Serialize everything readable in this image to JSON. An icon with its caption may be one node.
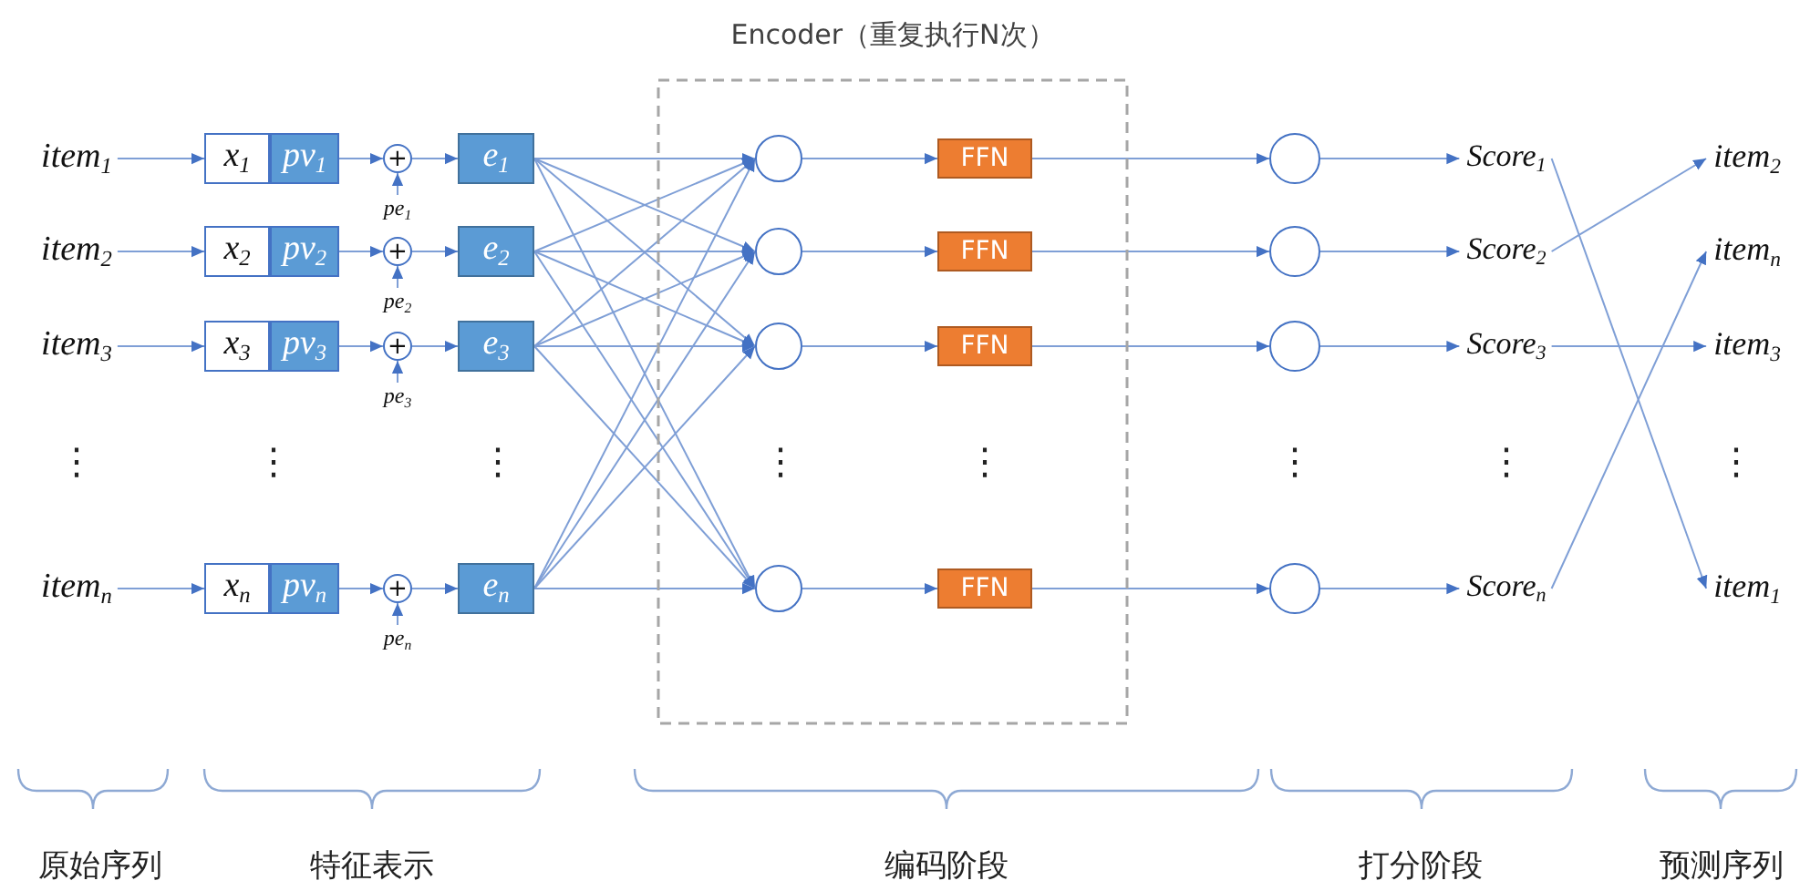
{
  "diagram": {
    "nodes": [
      {
        "text": [
          "Encoder（重复执行N次）"
        ]
      },
      {
        "text": [
          "item$_{1}$"
        ]
      },
      {
        "text": [
          "x$_{1}$"
        ]
      },
      {
        "text": [
          "pv$_{1}$"
        ]
      },
      {
        "text": [
          "+"
        ]
      },
      {
        "text": [
          "pe$_{1}$"
        ]
      },
      {
        "text": [
          "e$_{1}$"
        ]
      },
      {
        "text": [],
        "shape": "circle",
        "in": 0
      },
      {
        "text": [
          "FFN"
        ],
        "in": 0
      },
      {
        "text": [],
        "shape": "circle"
      },
      {
        "text": [
          "Score$_{1}$"
        ]
      },
      {
        "text": [
          "item$_{2}$"
        ]
      },
      {
        "text": [
          "item$_{2}$"
        ]
      },
      {
        "text": [
          "x$_{2}$"
        ]
      },
      {
        "text": [
          "pv$_{2}$"
        ]
      },
      {
        "text": [
          "+"
        ]
      },
      {
        "text": [
          "pe$_{2}$"
        ]
      },
      {
        "text": [
          "e$_{2}$"
        ]
      },
      {
        "text": [],
        "shape": "circle",
        "in": 0
      },
      {
        "text": [
          "FFN"
        ],
        "in": 0
      },
      {
        "text": [],
        "shape": "circle"
      },
      {
        "text": [
          "Score$_{2}$"
        ]
      },
      {
        "text": [
          "item$_{n}$"
        ]
      },
      {
        "text": [
          "item$_{3}$"
        ]
      },
      {
        "text": [
          "x$_{3}$"
        ]
      },
      {
        "text": [
          "pv$_{3}$"
        ]
      },
      {
        "text": [
          "+"
        ]
      },
      {
        "text": [
          "pe$_{3}$"
        ]
      },
      {
        "text": [
          "e$_{3}$"
        ]
      },
      {
        "text": [],
        "shape": "circle",
        "in": 0
      },
      {
        "text": [
          "FFN"
        ],
        "in": 0
      },
      {
        "text": [],
        "shape": "circle"
      },
      {
        "text": [
          "Score$_{3}$"
        ]
      },
      {
        "text": [
          "item$_{3}$"
        ]
      },
      {
        "text": [
          "item$_{n}$"
        ]
      },
      {
        "text": [
          "x$_{n}$"
        ]
      },
      {
        "text": [
          "pv$_{n}$"
        ]
      },
      {
        "text": [
          "+"
        ]
      },
      {
        "text": [
          "pe$_{n}$"
        ]
      },
      {
        "text": [
          "e$_{n}$"
        ]
      },
      {
        "text": [],
        "shape": "circle",
        "in": 0
      },
      {
        "text": [
          "FFN"
        ],
        "in": 0
      },
      {
        "text": [],
        "shape": "circle"
      },
      {
        "text": [
          "Score$_{n}$"
        ]
      },
      {
        "text": [
          "item$_{1}$"
        ]
      }
    ],
    "edges": [
      {
        "from": 1,
        "to": 2,
        "arrow": "to"
      },
      {
        "from": 3,
        "to": 4,
        "arrow": "to"
      },
      {
        "from": 5,
        "to": 4,
        "arrow": "to"
      },
      {
        "from": 4,
        "to": 6,
        "arrow": "to"
      },
      {
        "from": 12,
        "to": 13,
        "arrow": "to"
      },
      {
        "from": 14,
        "to": 15,
        "arrow": "to"
      },
      {
        "from": 16,
        "to": 15,
        "arrow": "to"
      },
      {
        "from": 15,
        "to": 17,
        "arrow": "to"
      },
      {
        "from": 23,
        "to": 24,
        "arrow": "to"
      },
      {
        "from": 25,
        "to": 26,
        "arrow": "to"
      },
      {
        "from": 27,
        "to": 26,
        "arrow": "to"
      },
      {
        "from": 26,
        "to": 28,
        "arrow": "to"
      },
      {
        "from": 34,
        "to": 35,
        "arrow": "to"
      },
      {
        "from": 36,
        "to": 37,
        "arrow": "to"
      },
      {
        "from": 38,
        "to": 37,
        "arrow": "to"
      },
      {
        "from": 37,
        "to": 39,
        "arrow": "to"
      },
      {
        "from": 6,
        "to": 7,
        "arrow": "to"
      },
      {
        "from": 6,
        "to": 18,
        "arrow": "to"
      },
      {
        "from": 6,
        "to": 29,
        "arrow": "to"
      },
      {
        "from": 6,
        "to": 40,
        "arrow": "to"
      },
      {
        "from": 17,
        "to": 7,
        "arrow": "to"
      },
      {
        "from": 17,
        "to": 18,
        "arrow": "to"
      },
      {
        "from": 17,
        "to": 29,
        "arrow": "to"
      },
      {
        "from": 17,
        "to": 40,
        "arrow": "to"
      },
      {
        "from": 28,
        "to": 7,
        "arrow": "to"
      },
      {
        "from": 28,
        "to": 18,
        "arrow": "to"
      },
      {
        "from": 28,
        "to": 29,
        "arrow": "to"
      },
      {
        "from": 28,
        "to": 40,
        "arrow": "to"
      },
      {
        "from": 39,
        "to": 7,
        "arrow": "to"
      },
      {
        "from": 39,
        "to": 18,
        "arrow": "to"
      },
      {
        "from": 39,
        "to": 29,
        "arrow": "to"
      },
      {
        "from": 39,
        "to": 40,
        "arrow": "to"
      },
      {
        "from": 7,
        "to": 8,
        "arrow": "to"
      },
      {
        "from": 8,
        "to": 9,
        "arrow": "to"
      },
      {
        "from": 9,
        "to": 10,
        "arrow": "to"
      },
      {
        "from": 18,
        "to": 19,
        "arrow": "to"
      },
      {
        "from": 19,
        "to": 20,
        "arrow": "to"
      },
      {
        "from": 20,
        "to": 21,
        "arrow": "to"
      },
      {
        "from": 29,
        "to": 30,
        "arrow": "to"
      },
      {
        "from": 30,
        "to": 31,
        "arrow": "to"
      },
      {
        "from": 31,
        "to": 32,
        "arrow": "to"
      },
      {
        "from": 40,
        "to": 41,
        "arrow": "to"
      },
      {
        "from": 41,
        "to": 42,
        "arrow": "to"
      },
      {
        "from": 42,
        "to": 43,
        "arrow": "to"
      },
      {
        "from": 10,
        "to": 44,
        "arrow": "to"
      },
      {
        "from": 21,
        "to": 11,
        "arrow": "to"
      },
      {
        "from": 32,
        "to": 33,
        "arrow": "to"
      },
      {
        "from": 43,
        "to": 22,
        "arrow": "to"
      }
    ],
    "labels": [
      "⋮",
      "⋮",
      "⋮",
      "⋮",
      "⋮",
      "⋮",
      "⋮",
      "⋮",
      "原始序列",
      "特征表示",
      "编码阶段",
      "打分阶段",
      "预测序列"
    ]
  }
}
